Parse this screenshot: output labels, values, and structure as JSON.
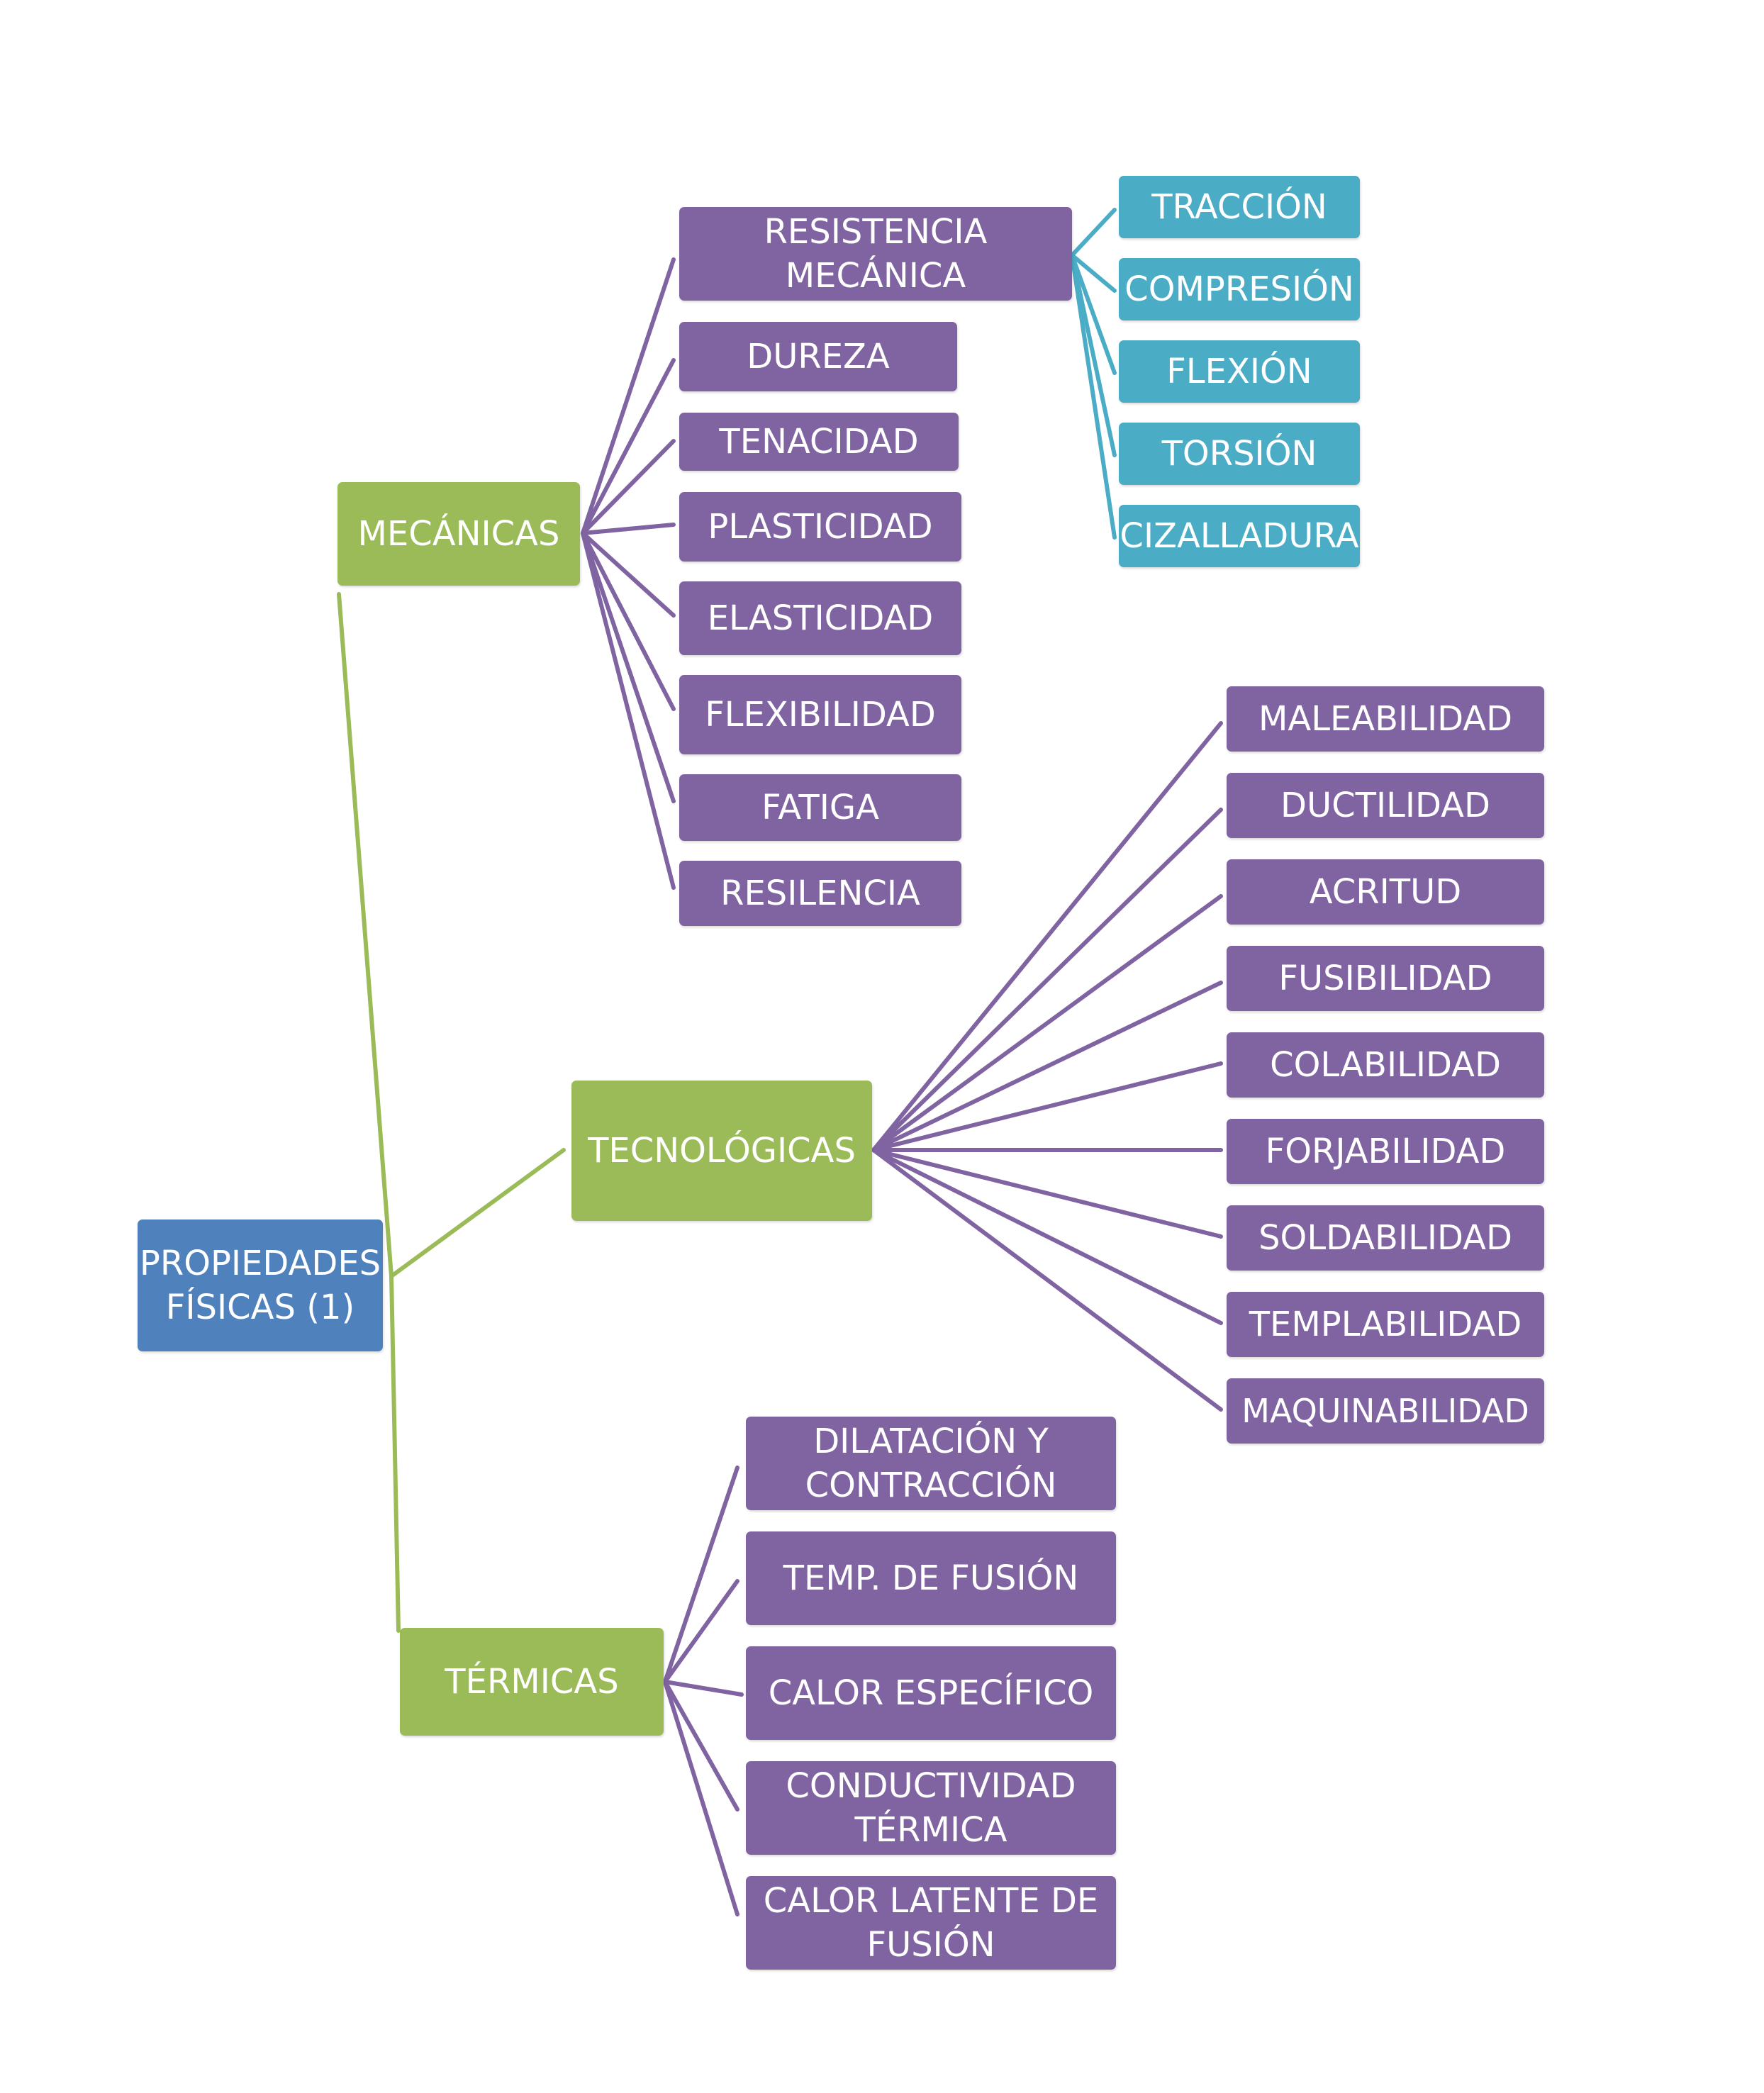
{
  "colors": {
    "root": "#4f81bd",
    "category": "#9bbb59",
    "property": "#8064a2",
    "subproperty": "#4bacc6"
  },
  "root": {
    "label": "PROPIEDADES\nFÍSICAS (1)"
  },
  "mecanicas": {
    "label": "MECÁNICAS",
    "items": [
      "RESISTENCIA\nMECÁNICA",
      "DUREZA",
      "TENACIDAD",
      "PLASTICIDAD",
      "ELASTICIDAD",
      "FLEXIBILIDAD",
      "FATIGA",
      "RESILENCIA"
    ],
    "resistencia_items": [
      "TRACCIÓN",
      "COMPRESIÓN",
      "FLEXIÓN",
      "TORSIÓN",
      "CIZALLADURA"
    ]
  },
  "tecnologicas": {
    "label": "TECNOLÓGICAS",
    "items": [
      "MALEABILIDAD",
      "DUCTILIDAD",
      "ACRITUD",
      "FUSIBILIDAD",
      "COLABILIDAD",
      "FORJABILIDAD",
      "SOLDABILIDAD",
      "TEMPLABILIDAD",
      "MAQUINABILIDAD"
    ]
  },
  "termicas": {
    "label": "TÉRMICAS",
    "items": [
      "DILATACIÓN Y\nCONTRACCIÓN",
      "TEMP. DE FUSIÓN",
      "CALOR ESPECÍFICO",
      "CONDUCTIVIDAD\nTÉRMICA",
      "CALOR LATENTE DE\nFUSIÓN"
    ]
  }
}
